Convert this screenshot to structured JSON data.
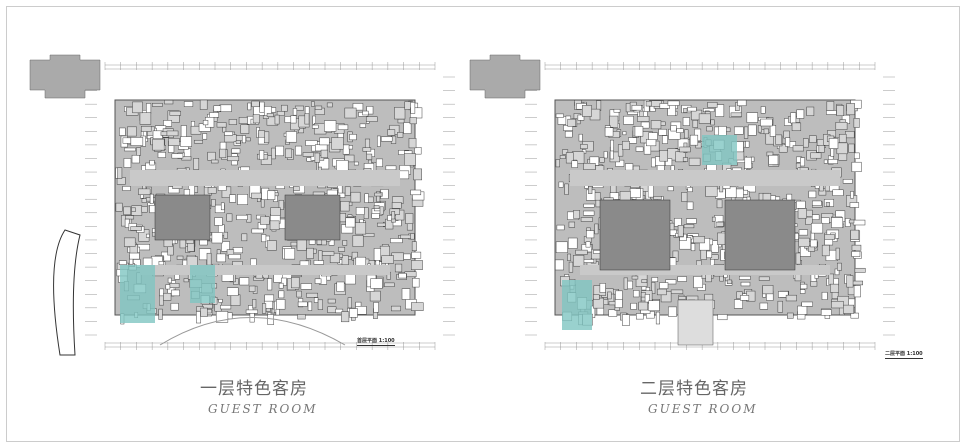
{
  "plans": [
    {
      "title_cn": "一层特色客房",
      "title_en": "GUEST ROOM",
      "scale_label": "首层平面 1:100",
      "highlight_color": "#7fc6c2"
    },
    {
      "title_cn": "二层特色客房",
      "title_en": "GUEST ROOM",
      "scale_label": "二层平面 1:100",
      "highlight_color": "#7fc6c2"
    }
  ],
  "colors": {
    "wall": "#555555",
    "floor": "#bdbdbd",
    "court": "#8a8a8a",
    "grid": "#999999"
  }
}
